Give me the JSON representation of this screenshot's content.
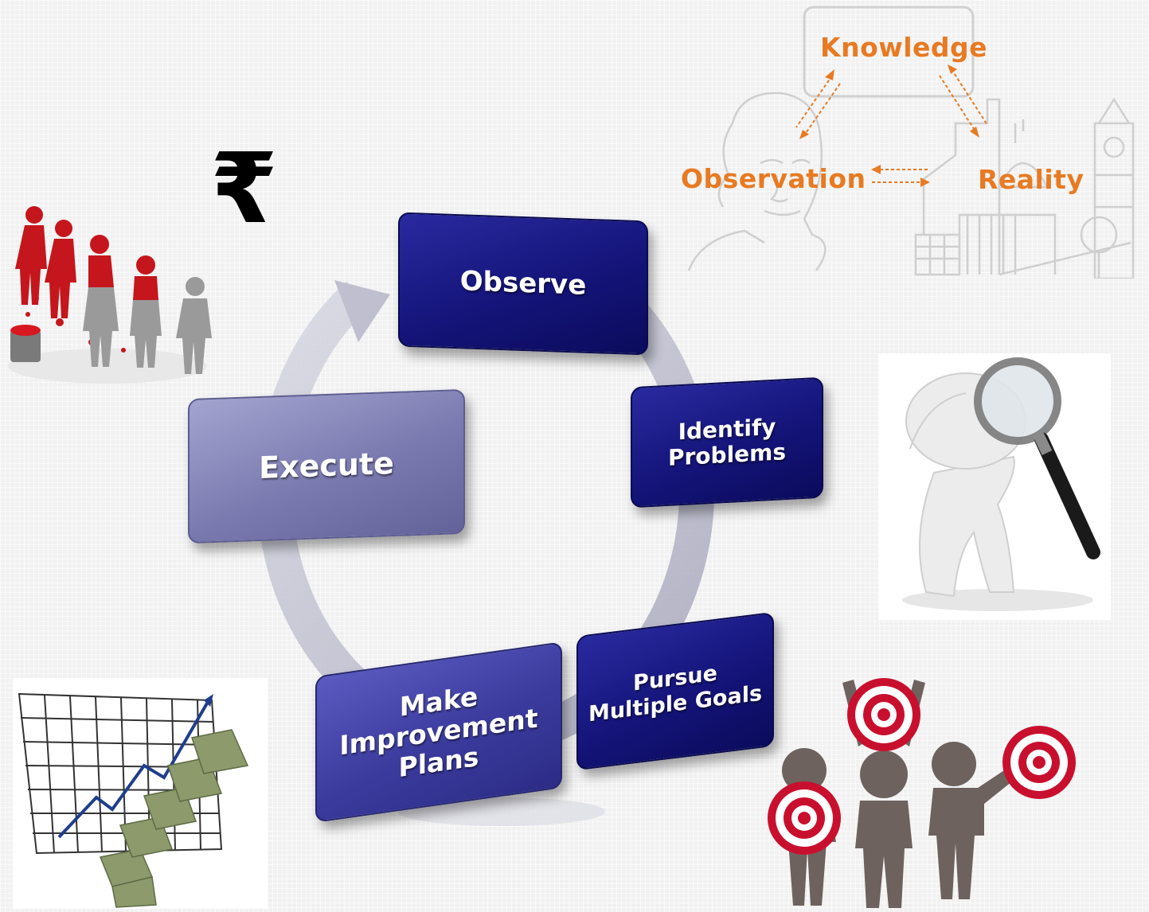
{
  "cycle": {
    "observe": "Observe",
    "identify_problems": [
      "Identify",
      "Problems"
    ],
    "pursue_goals": [
      "Pursue",
      "Multiple Goals"
    ],
    "improvement_plans": [
      "Make",
      "Improvement",
      "Plans"
    ],
    "execute": "Execute"
  },
  "knowledge_diagram": {
    "knowledge": "Knowledge",
    "observation": "Observation",
    "reality": "Reality"
  },
  "currency_symbol": "₹",
  "icons": [
    "red-painted-figures-illustration",
    "magnifying-glass-figure-illustration",
    "growth-chart-money-stairs-illustration",
    "target-figures-illustration",
    "observer-face-sketch",
    "city-sketch"
  ],
  "colors": {
    "dark_box": "#14147a",
    "light_box": "#7a7ab0",
    "label_orange": "#e87a22",
    "cycle_arrow": "#c7c7d6"
  }
}
